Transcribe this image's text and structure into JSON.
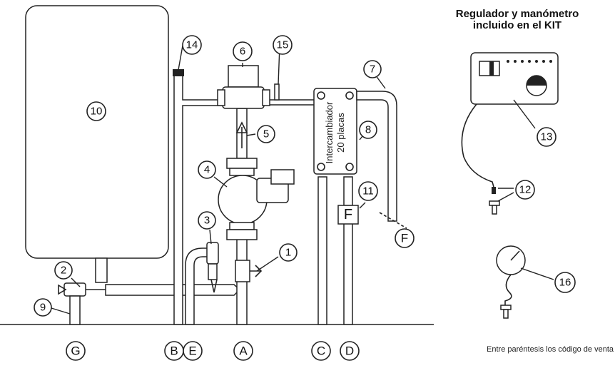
{
  "kit_title": {
    "line1": "Regulador y manómetro",
    "line2": "incluido en el KIT"
  },
  "footnote": "Entre paréntesis los código de venta",
  "exchanger_label": {
    "line1": "Intercambiador",
    "line2": "20 placas"
  },
  "flow_meter_letter": "F",
  "callouts": [
    "1",
    "2",
    "3",
    "4",
    "5",
    "6",
    "7",
    "8",
    "9",
    "10",
    "11",
    "12",
    "13",
    "14",
    "15",
    "16"
  ],
  "connections": [
    "G",
    "B",
    "E",
    "A",
    "C",
    "D",
    "F"
  ],
  "colors": {
    "line": "#222222",
    "background": "#ffffff"
  }
}
